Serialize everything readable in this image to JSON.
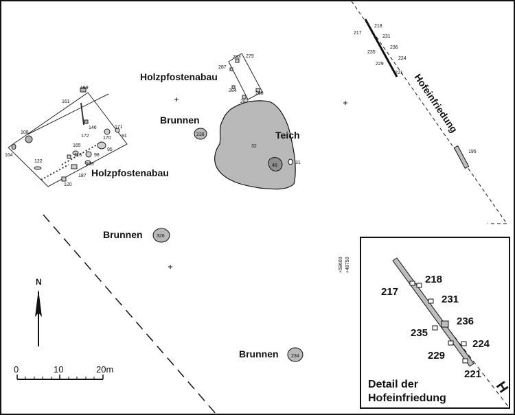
{
  "labels": {
    "holzpfostenabau_north": "Holzpfostenabau",
    "holzpfostenabau_west": "Holzpfostenabau",
    "brunnen_238": "Brunnen",
    "brunnen_326": "Brunnen",
    "brunnen_234": "Brunnen",
    "teich": "Teich",
    "hofeinfriedung": "Hofeinfriedung"
  },
  "features": {
    "well_a": "238",
    "well_b": "326",
    "well_c": "234",
    "pond": "32",
    "pond_pit": "48",
    "pond_post": "31",
    "fence_post": "195"
  },
  "west_building_posts": [
    "159",
    "161",
    "108",
    "164",
    "122",
    "146",
    "172",
    "171",
    "91",
    "170",
    "95",
    "165",
    "116",
    "98",
    "169",
    "187",
    "120"
  ],
  "north_building_posts": [
    "283",
    "279",
    "287",
    "284",
    "268",
    "282"
  ],
  "fence_posts": [
    "218",
    "217",
    "231",
    "236",
    "235",
    "224",
    "229",
    "221"
  ],
  "coordinates": {
    "northing": "+58600",
    "easting": "+48750"
  },
  "north_arrow": "N",
  "scale_bar": {
    "labels": [
      "0",
      "10",
      "20m"
    ]
  },
  "inset": {
    "title_line1": "Detail der",
    "title_line2": "Hofeinfriedung",
    "posts": [
      "218",
      "217",
      "231",
      "236",
      "235",
      "224",
      "229",
      "221"
    ],
    "edge_text": "H"
  }
}
